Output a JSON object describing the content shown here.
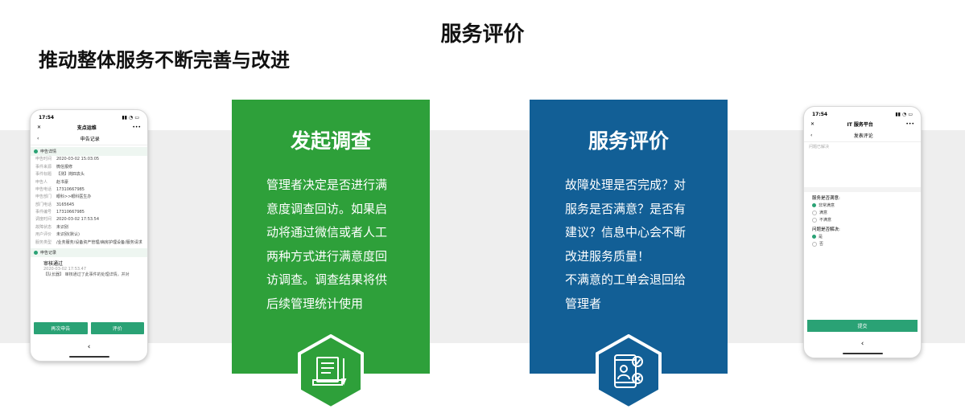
{
  "header": {
    "title": "服务评价",
    "subtitle": "推动整体服务不断完善与改进"
  },
  "left_phone": {
    "time": "17:54",
    "app_title": "支点运维",
    "page_title": "申告记录",
    "detail_section": "申告详情",
    "fields": [
      {
        "k": "申告时间",
        "v": "2020-03-02 15:03:05"
      },
      {
        "k": "事件来源",
        "v": "微信报修"
      },
      {
        "k": "事件标题",
        "v": "【测】岗四袁头"
      },
      {
        "k": "申告人",
        "v": "赵书豪"
      },
      {
        "k": "申告电话",
        "v": "17310667985"
      },
      {
        "k": "申告部门",
        "v": "眼科>>眼科医生办"
      },
      {
        "k": "部门电话",
        "v": "3165645"
      },
      {
        "k": "事件编号",
        "v": "17310667985"
      },
      {
        "k": "调度时间",
        "v": "2020-03-02 17:53.54"
      },
      {
        "k": "故障状态",
        "v": "未识别"
      },
      {
        "k": "用户评价",
        "v": "未识别(默认)"
      },
      {
        "k": "服务类型",
        "v": "/业务服务/设备资产管理/病房护理设备/服务请求"
      }
    ],
    "record_section": "申告记录",
    "timeline_title": "审核通过",
    "timeline_time": "2020-03-02 17:53.47",
    "timeline_text": "【队长器】 审核通过了此事件的处理详情，并对",
    "btn_resubmit": "再次申告",
    "btn_rate": "评价",
    "back": "‹"
  },
  "right_phone": {
    "time": "17:54",
    "app_title": "IT 服务平台",
    "page_title": "发表评论",
    "placeholder": "问题已解决",
    "q1": "服务是否满意:",
    "q1_options": [
      "非常满意",
      "满意",
      "不满意"
    ],
    "q2": "问题是否解决:",
    "q2_options": [
      "是",
      "否"
    ],
    "submit": "提交",
    "back": "‹"
  },
  "card_survey": {
    "title": "发起调查",
    "lines": [
      "管理者决定是否进行满",
      "意度调查回访。如果启",
      "动将通过微信或者人工",
      "两种方式进行满意度回",
      "访调查。调查结果将供",
      "后续管理统计使用"
    ]
  },
  "card_evaluation": {
    "title": "服务评价",
    "lines": [
      "故障处理是否完成？对",
      "服务是否满意？是否有",
      "建议？信息中心会不断",
      "改进服务质量！",
      "不满意的工单会退回给",
      "管理者"
    ]
  },
  "colors": {
    "green": "#2ea03a",
    "blue": "#125f96",
    "accent": "#2aa275",
    "band": "#eeeeee",
    "triangle": "#8a8a8a"
  }
}
